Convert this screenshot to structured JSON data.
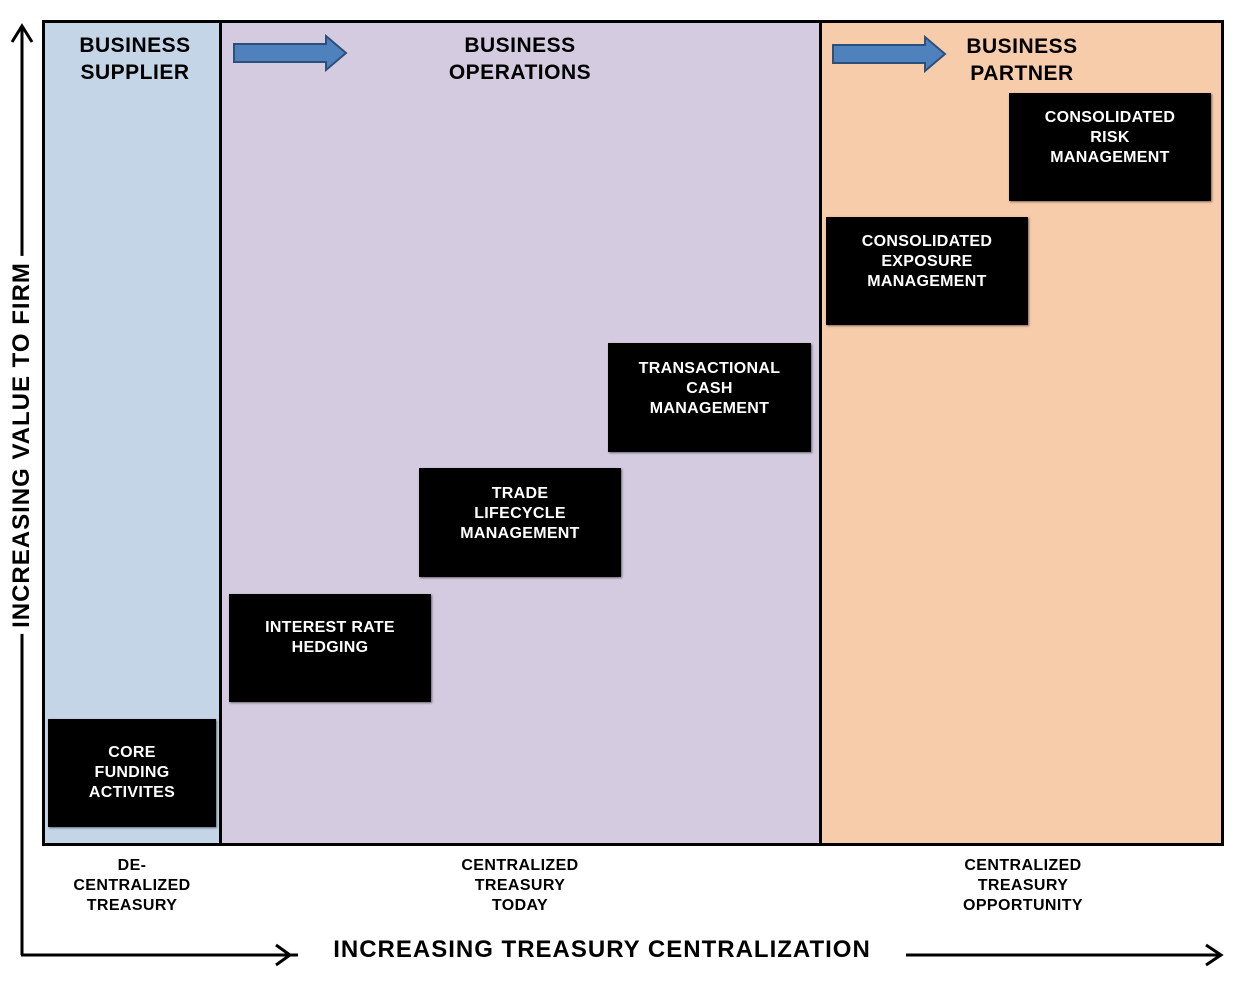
{
  "panels": {
    "supplier": {
      "title_line1": "BUSINESS",
      "title_line2": "SUPPLIER",
      "color": "#c5d5e8"
    },
    "operations": {
      "title_line1": "BUSINESS",
      "title_line2": "OPERATIONS",
      "color": "#d4cbe0"
    },
    "partner": {
      "title_line1": "BUSINESS",
      "title_line2": "PARTNER",
      "color": "#f7ccaa"
    }
  },
  "boxes": {
    "core_funding": [
      "CORE",
      "FUNDING",
      "ACTIVITES"
    ],
    "interest_rate": [
      "INTEREST RATE",
      "HEDGING"
    ],
    "trade_lifecycle": [
      "TRADE",
      "LIFECYCLE",
      "MANAGEMENT"
    ],
    "transactional_cash": [
      "TRANSACTIONAL",
      "CASH",
      "MANAGEMENT"
    ],
    "consolidated_exposure": [
      "CONSOLIDATED",
      "EXPOSURE",
      "MANAGEMENT"
    ],
    "consolidated_risk": [
      "CONSOLIDATED",
      "RISK",
      "MANAGEMENT"
    ]
  },
  "bottom_labels": {
    "decentralized": [
      "DE-",
      "CENTRALIZED",
      "TREASURY"
    ],
    "today": [
      "CENTRALIZED",
      "TREASURY",
      "TODAY"
    ],
    "opportunity": [
      "CENTRALIZED",
      "TREASURY",
      "OPPORTUNITY"
    ]
  },
  "axes": {
    "x_label": "INCREASING TREASURY CENTRALIZATION",
    "y_label": "INCREASING VALUE TO FIRM"
  },
  "colors": {
    "arrow_fill": "#4f81bd",
    "arrow_stroke": "#2c4f7c",
    "box_fill": "#000000",
    "box_text": "#ffffff"
  }
}
